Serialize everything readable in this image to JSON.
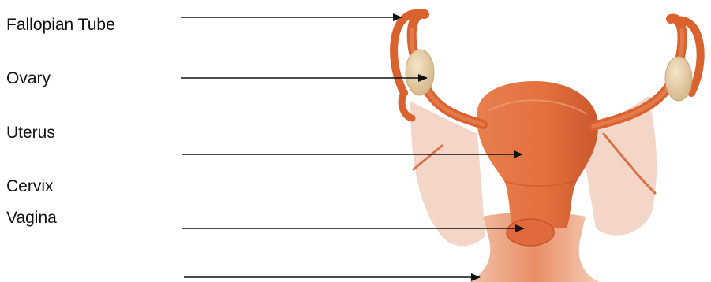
{
  "labels": [
    {
      "id": "fallopian-tube",
      "text": "Fallopian Tube"
    },
    {
      "id": "ovary",
      "text": "Ovary"
    },
    {
      "id": "uterus",
      "text": "Uterus"
    },
    {
      "id": "cervix",
      "text": "Cervix"
    },
    {
      "id": "vagina",
      "text": "Vagina"
    }
  ],
  "colors": {
    "tissue": "#e2703f",
    "tissue_dark": "#c85128",
    "ovary": "#e6d0a8",
    "membrane": "#efc7b5",
    "arrow": "#111111",
    "text": "#111111"
  }
}
